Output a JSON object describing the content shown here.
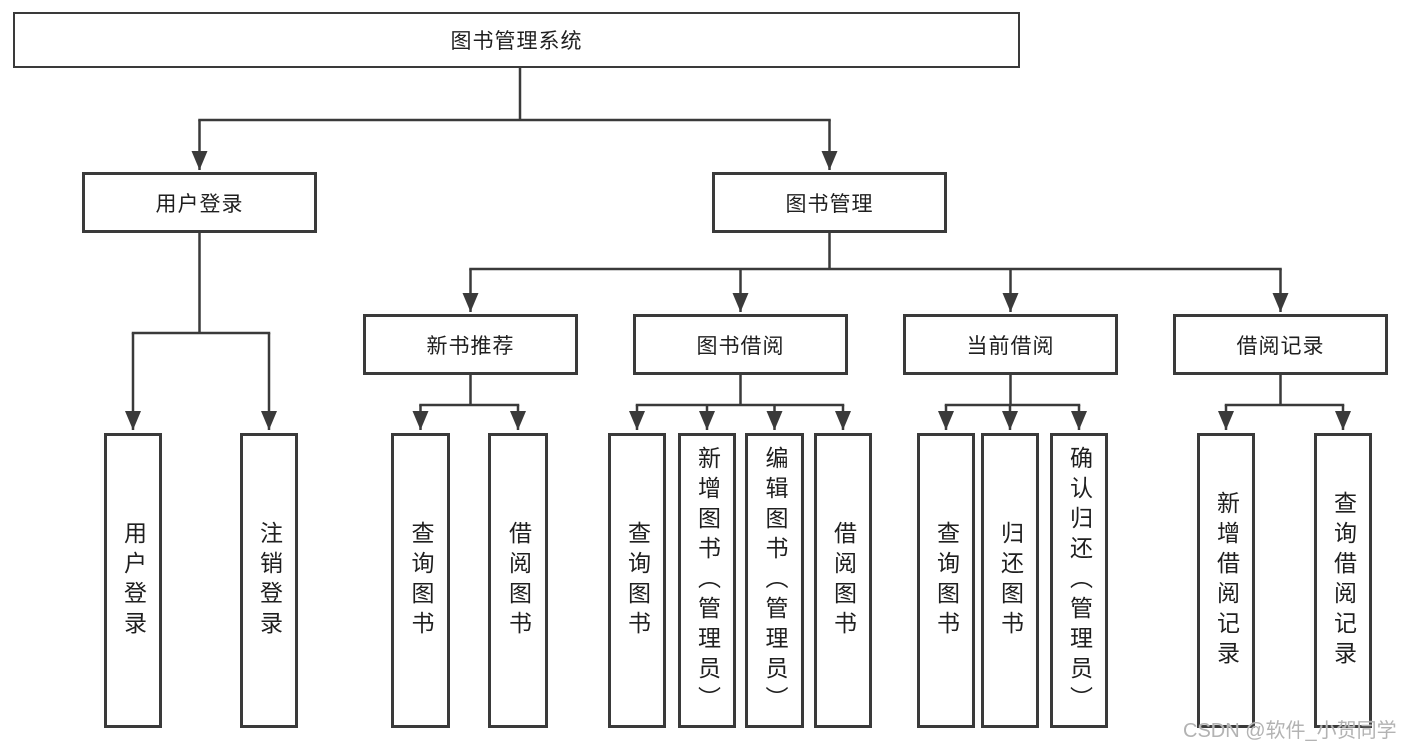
{
  "diagram": {
    "root_label": "图书管理系统",
    "line_color": "#3a3a3a",
    "branches": [
      {
        "label": "用户登录",
        "children": [
          "用户登录",
          "注销登录"
        ]
      },
      {
        "label": "图书管理",
        "groups": [
          {
            "label": "新书推荐",
            "children": [
              "查询图书",
              "借阅图书"
            ]
          },
          {
            "label": "图书借阅",
            "children": [
              "查询图书",
              "新增图书（管理员）",
              "编辑图书（管理员）",
              "借阅图书"
            ]
          },
          {
            "label": "当前借阅",
            "children": [
              "查询图书",
              "归还图书",
              "确认归还（管理员）"
            ]
          },
          {
            "label": "借阅记录",
            "children": [
              "新增借阅记录",
              "查询借阅记录"
            ]
          }
        ]
      }
    ]
  },
  "watermark": {
    "text": "CSDN @软件_小贺同学",
    "color": "#b3b3b3"
  }
}
